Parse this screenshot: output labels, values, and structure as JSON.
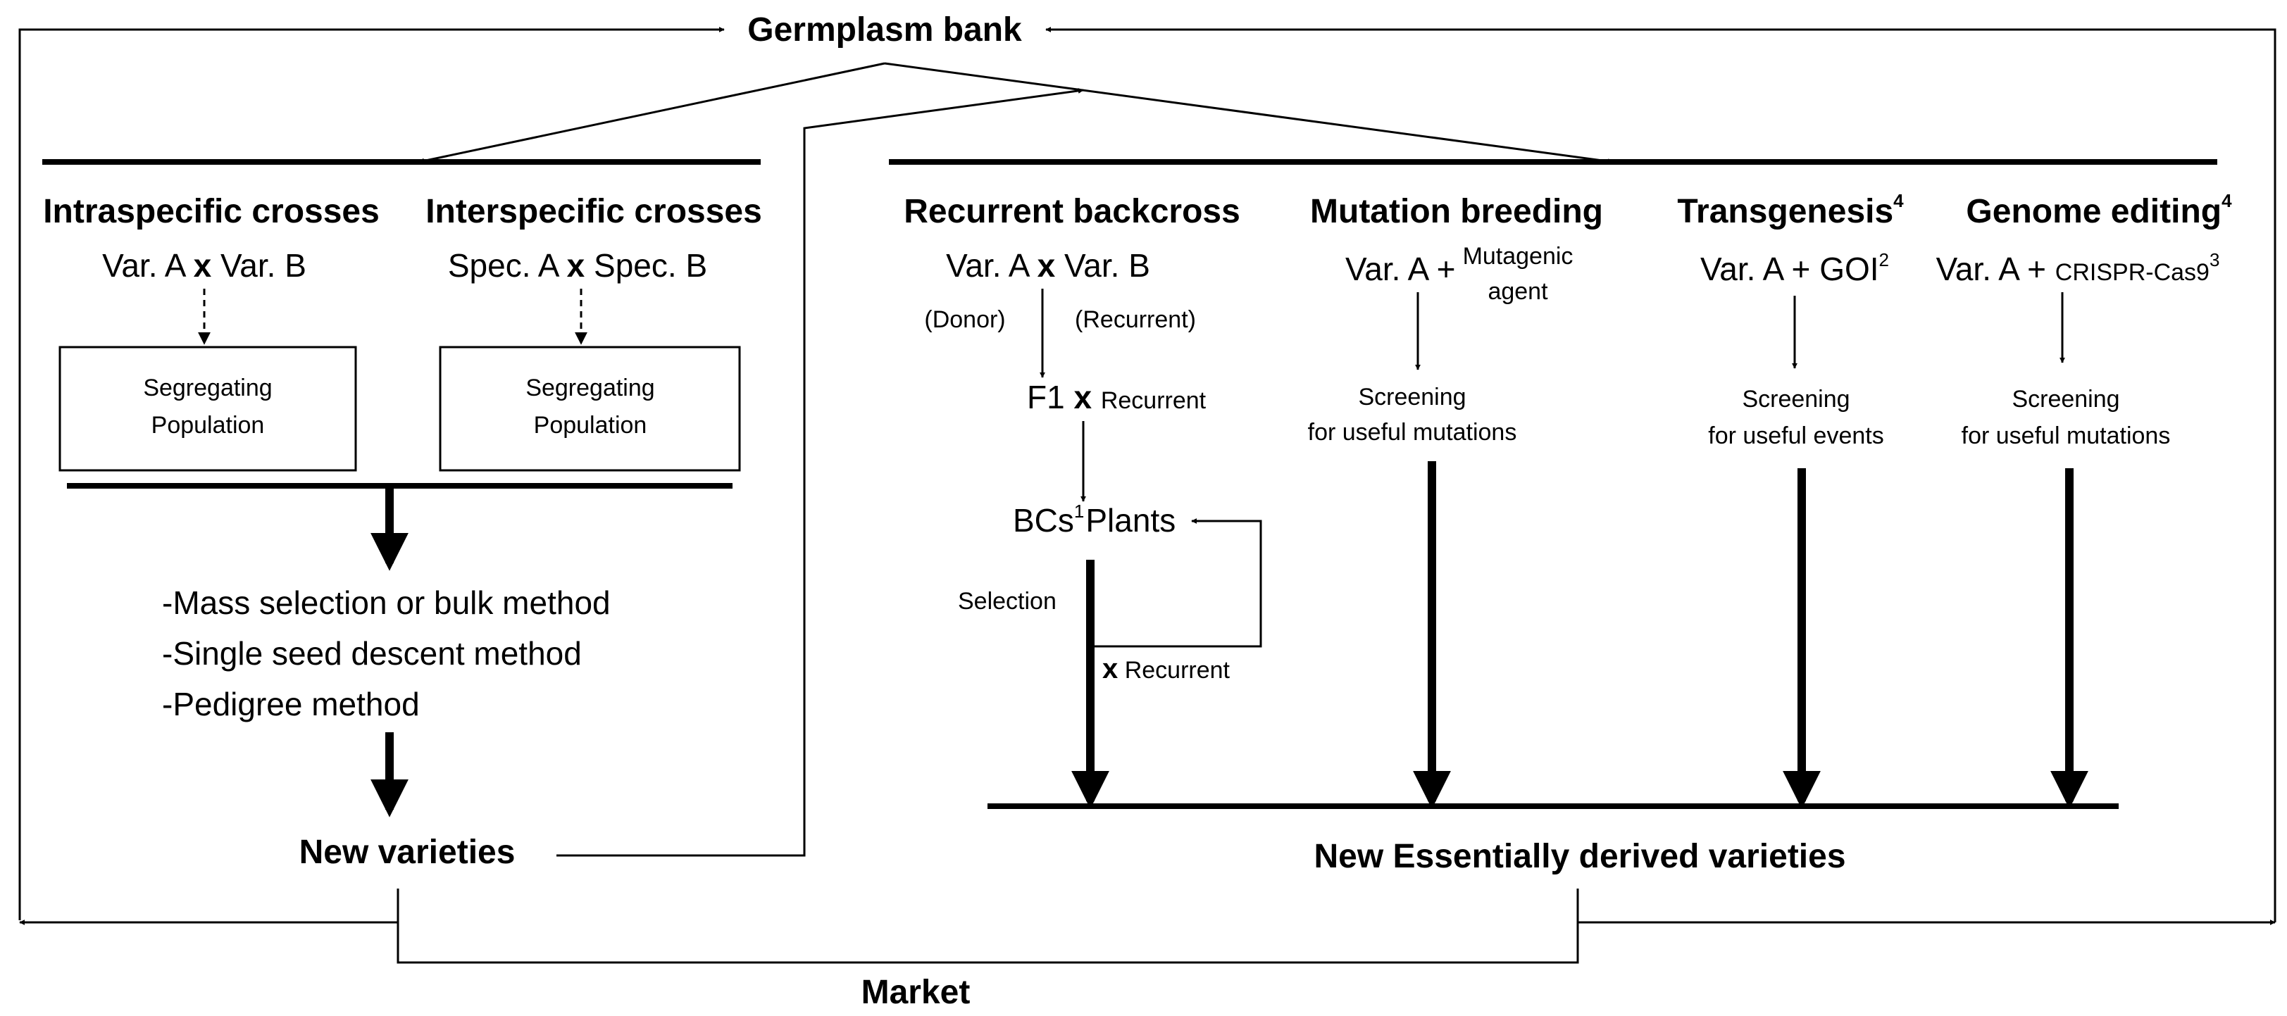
{
  "germplasm_bank": "Germplasm bank",
  "market": "Market",
  "left": {
    "intra": {
      "title": "Intraspecific crosses",
      "var_a": "Var. A",
      "x": "x",
      "var_b": "Var. B",
      "pop_line1": "Segregating",
      "pop_line2": "Population"
    },
    "inter": {
      "title": "Interspecific crosses",
      "spec_a": "Spec. A",
      "x": "x",
      "spec_b": "Spec. B",
      "pop_line1": "Segregating",
      "pop_line2": "Population"
    },
    "methods": [
      "-Mass selection or bulk method",
      "-Single seed descent method",
      "-Pedigree method"
    ],
    "new_varieties": "New varieties"
  },
  "right": {
    "backcross": {
      "title": "Recurrent backcross",
      "var_a": "Var. A",
      "x": "x",
      "var_b": "Var. B",
      "donor": "(Donor)",
      "recurrent_paren": "(Recurrent)",
      "f1": "F1",
      "f1_x": "x",
      "f1_recurrent": "Recurrent",
      "bcs": "BCs",
      "bcs_sup": "1",
      "plants": "Plants",
      "selection": "Selection",
      "loop_x": "x",
      "loop_recurrent": "Recurrent"
    },
    "mutation": {
      "title": "Mutation breeding",
      "var_a_plus": "Var. A +",
      "agent_line1": "Mutagenic",
      "agent_line2": "agent",
      "screen_line1": "Screening",
      "screen_line2": "for useful mutations"
    },
    "transgenesis": {
      "title": "Transgenesis",
      "title_sup": "4",
      "var_a_plus": "Var. A + GOI",
      "goi_sup": "2",
      "screen_line1": "Screening",
      "screen_line2": "for useful events"
    },
    "editing": {
      "title": "Genome editing",
      "title_sup": "4",
      "var_a_plus": "Var. A +",
      "crispr": "CRISPR-Cas9",
      "crispr_sup": "3",
      "screen_line1": "Screening",
      "screen_line2": "for useful mutations"
    },
    "new_edv": "New Essentially derived varieties"
  }
}
